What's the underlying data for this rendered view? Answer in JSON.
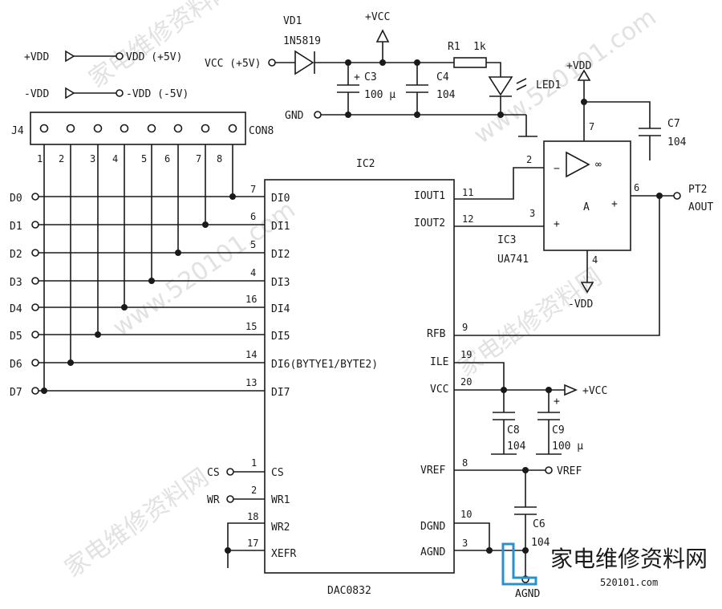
{
  "supply": {
    "vdd_label": "+VDD",
    "vdd_src": "VDD (+5V)",
    "nvdd_label": "-VDD",
    "nvdd_src": "-VDD (-5V)"
  },
  "connector": {
    "ref": "J4",
    "part": "CON8",
    "pins": [
      "1",
      "2",
      "3",
      "4",
      "5",
      "6",
      "7",
      "8"
    ]
  },
  "data_inputs": [
    "D0",
    "D1",
    "D2",
    "D3",
    "D4",
    "D5",
    "D6",
    "D7"
  ],
  "power_section": {
    "vd_ref": "VD1",
    "vd_part": "1N5819",
    "vcc_in": "VCC (+5V)",
    "vcc_top": "+VCC",
    "gnd": "GND",
    "c3_ref": "C3",
    "c3_val": "100 μ",
    "c4_ref": "C4",
    "c4_val": "104",
    "r1_ref": "R1",
    "r1_val": "1k",
    "led_ref": "LED1"
  },
  "dac": {
    "ref": "IC2",
    "part": "DAC0832",
    "left_pins": [
      {
        "num": "7",
        "name": "DI0"
      },
      {
        "num": "6",
        "name": "DI1"
      },
      {
        "num": "5",
        "name": "DI2"
      },
      {
        "num": "4",
        "name": "DI3"
      },
      {
        "num": "16",
        "name": "DI4"
      },
      {
        "num": "15",
        "name": "DI5"
      },
      {
        "num": "14",
        "name": "DI6(BYTYE1/BYTE2)"
      },
      {
        "num": "13",
        "name": "DI7"
      }
    ],
    "ctrl_pins": [
      {
        "num": "1",
        "name": "CS",
        "net": "CS"
      },
      {
        "num": "2",
        "name": "WR1",
        "net": "WR"
      },
      {
        "num": "18",
        "name": "WR2",
        "net": ""
      },
      {
        "num": "17",
        "name": "XEFR",
        "net": ""
      }
    ],
    "right_pins": [
      {
        "num": "11",
        "name": "IOUT1"
      },
      {
        "num": "12",
        "name": "IOUT2"
      },
      {
        "num": "9",
        "name": "RFB"
      },
      {
        "num": "19",
        "name": "ILE"
      },
      {
        "num": "20",
        "name": "VCC"
      },
      {
        "num": "8",
        "name": "VREF"
      },
      {
        "num": "10",
        "name": "DGND"
      },
      {
        "num": "3",
        "name": "AGND"
      }
    ]
  },
  "opamp": {
    "ref": "IC3",
    "part": "UA741",
    "pin2": "2",
    "pin3": "3",
    "pin4": "4",
    "pin6": "6",
    "pin7": "7",
    "minus": "−",
    "plus": "+",
    "inf": "∞",
    "gain": "A",
    "out_plus": "+",
    "vdd": "+VDD",
    "nvdd": "-VDD",
    "c7_ref": "C7",
    "c7_val": "104",
    "out_ref": "PT2",
    "out_name": "AOUT"
  },
  "decoupling": {
    "c8_ref": "C8",
    "c8_val": "104",
    "c9_ref": "C9",
    "c9_val": "100 μ",
    "vcc": "+VCC",
    "vref": "VREF",
    "c6_ref": "C6",
    "c6_val": "104",
    "agnd": "AGND"
  },
  "watermark": {
    "text1": "家电维修资料网",
    "text2": "www.520101.com",
    "logo": "家电维修资料网",
    "logo_url": "520101.com"
  }
}
